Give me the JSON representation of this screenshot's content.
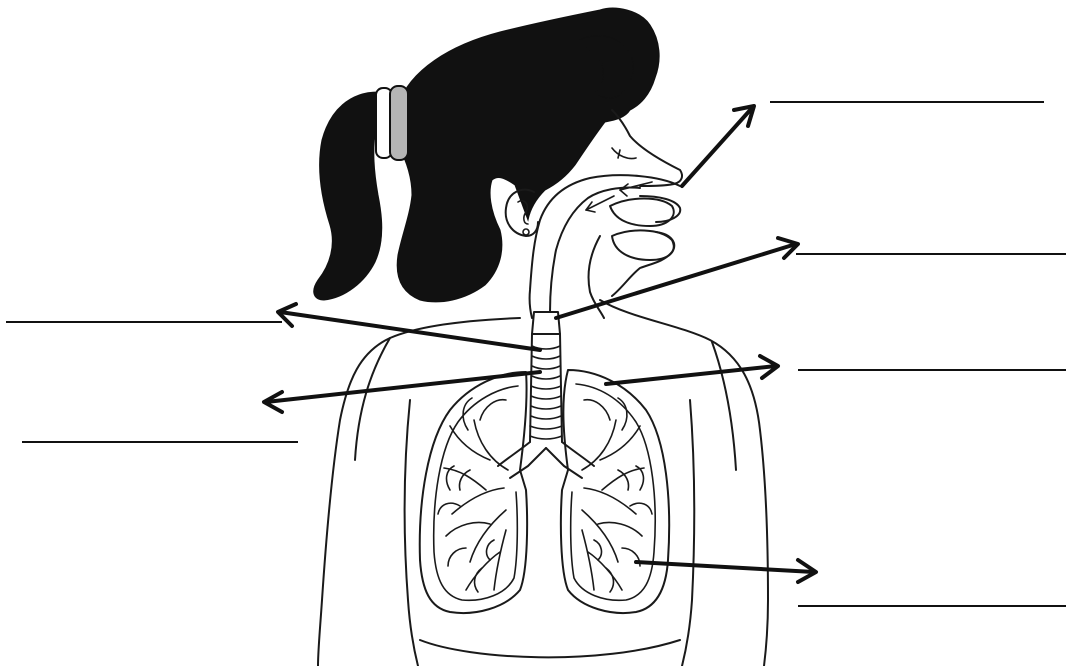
{
  "diagram": {
    "labels": [
      {
        "id": "nose-label",
        "text": ""
      },
      {
        "id": "larynx-label",
        "text": ""
      },
      {
        "id": "trachea-label",
        "text": ""
      },
      {
        "id": "bronchi-label",
        "text": ""
      },
      {
        "id": "lungs-label",
        "text": ""
      },
      {
        "id": "alveoli-label",
        "text": ""
      }
    ],
    "colors": {
      "ink": "#111111",
      "background": "#ffffff",
      "hair_band": "#b5b5b5"
    }
  }
}
